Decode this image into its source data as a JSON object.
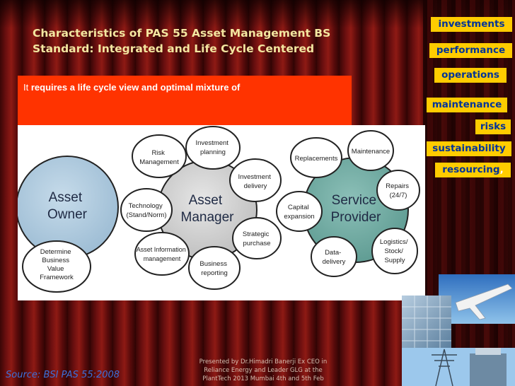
{
  "slide": {
    "title_line1": "Characteristics of PAS 55 Asset Management BS",
    "title_line2": "Standard: Integrated and Life Cycle Centered",
    "intro_prefix": "It ",
    "intro_bold": "requires a life cycle view and optimal mixture of",
    "source": "Source: BSI PAS 55:2008",
    "presenter_line1": "Presented by Dr.Himadri Banerji Ex CEO in",
    "presenter_line2": "Reliance Energy and Leader GLG at the",
    "presenter_line3": "PlantTech 2013 Mumbai 4th and 5th Feb"
  },
  "tags": {
    "investments": "investments",
    "performance": "performance",
    "operations": "operations",
    "maintenance": "maintenance",
    "risks": "risks",
    "sustainability": "sustainability",
    "resourcing": "resourcing",
    "resourcing_suffix": ","
  },
  "diagram": {
    "asset_owner": [
      "Asset",
      "Owner"
    ],
    "asset_manager": [
      "Asset",
      "Manager"
    ],
    "service_provider": [
      "Service",
      "Provider"
    ],
    "nodes": {
      "risk_management": [
        "Risk",
        "Management"
      ],
      "investment_planning": [
        "Investment",
        "planning"
      ],
      "investment_delivery": [
        "Investment",
        "delivery"
      ],
      "technology": [
        "Technology",
        "(Stand/Norm)"
      ],
      "strategic_purchase": [
        "Strategic",
        "purchase"
      ],
      "asset_information": [
        "Asset Information",
        "management"
      ],
      "business_reporting": [
        "Business",
        "reporting"
      ],
      "determine_value": [
        "Determine",
        "Business",
        "Value",
        "Framework"
      ],
      "replacements": [
        "Replacements"
      ],
      "maintenance": [
        "Maintenance"
      ],
      "repairs": [
        "Repairs",
        "(24/7)"
      ],
      "capital_expansion": [
        "Capital",
        "expansion"
      ],
      "data_delivery": [
        "Data-",
        "delivery"
      ],
      "logistics": [
        "Logistics/",
        "Stock/",
        "Supply"
      ]
    }
  },
  "colors": {
    "title": "#f3e6a0",
    "tag_bg": "#ffcc00",
    "tag_text": "#003399",
    "intro_bg": "#ff3300",
    "asset_owner_fill": "#a9c6dc",
    "asset_manager_fill": "#cfcfcf",
    "service_provider_fill": "#6fa8a0",
    "source_text": "#3d6fd8"
  }
}
